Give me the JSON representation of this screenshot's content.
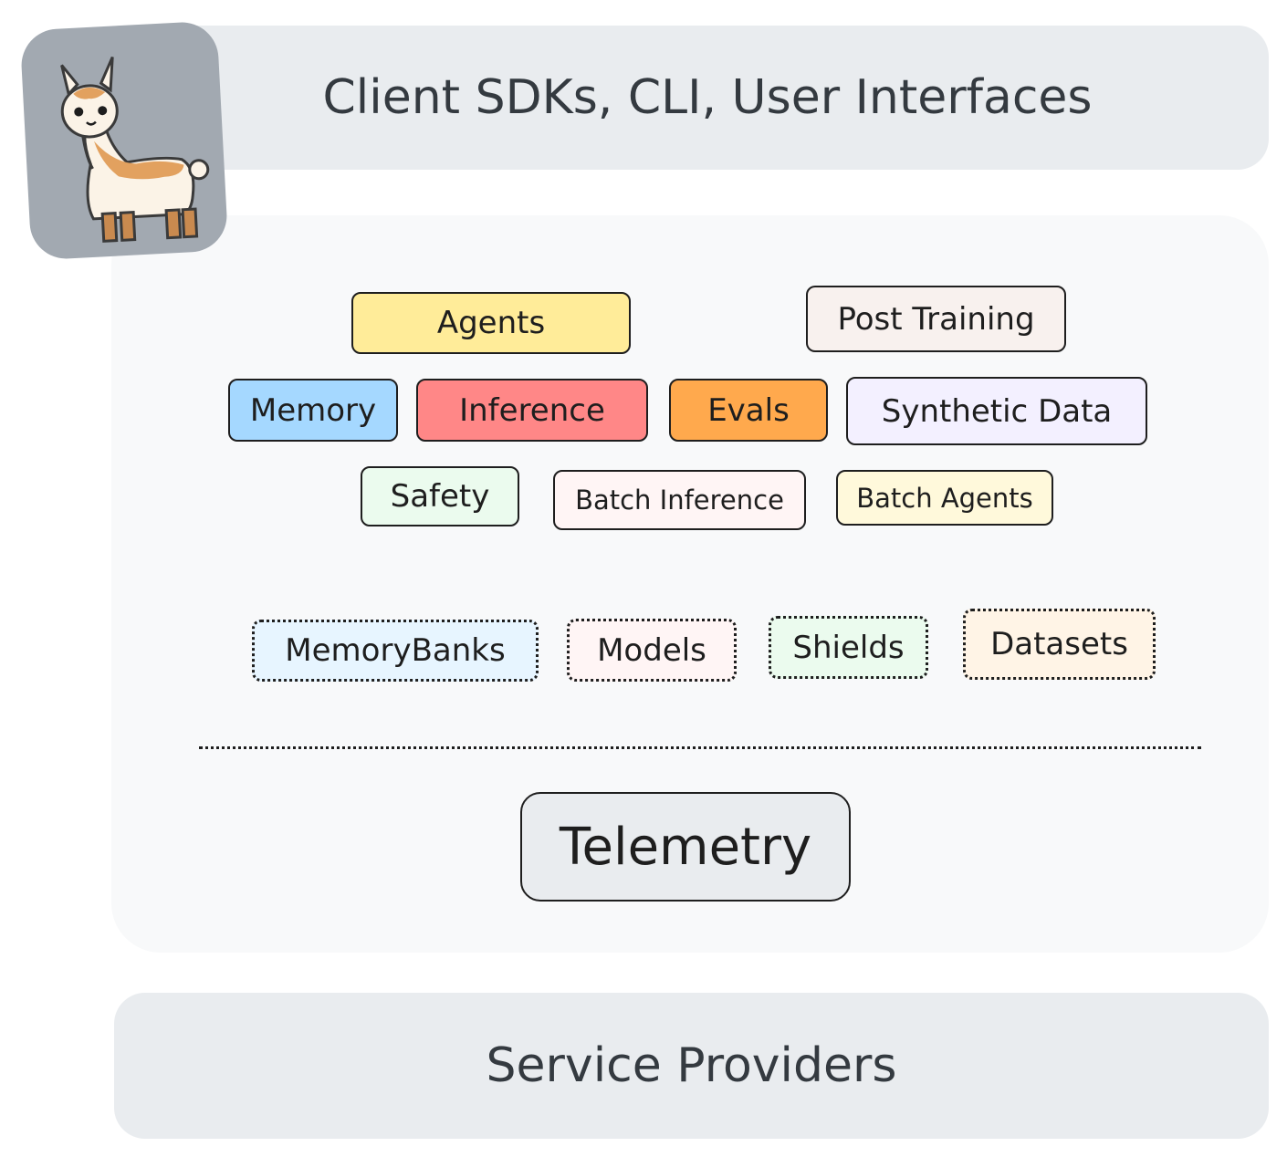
{
  "top_band": {
    "label": "Client SDKs, CLI, User Interfaces",
    "color": "#e9ecef"
  },
  "apis": [
    {
      "label": "Agents",
      "color": "#ffec99"
    },
    {
      "label": "Post Training",
      "color": "#f8f1ee"
    },
    {
      "label": "Memory",
      "color": "#a5d8ff"
    },
    {
      "label": "Inference",
      "color": "#ff8787"
    },
    {
      "label": "Evals",
      "color": "#ffa94d"
    },
    {
      "label": "Synthetic Data",
      "color": "#f3f0ff"
    },
    {
      "label": "Safety",
      "color": "#ebfbee"
    },
    {
      "label": "Batch Inference",
      "color": "#fff5f5"
    },
    {
      "label": "Batch Agents",
      "color": "#fff9db"
    }
  ],
  "resources": [
    {
      "label": "MemoryBanks",
      "color": "#e7f5ff"
    },
    {
      "label": "Models",
      "color": "#fff5f5"
    },
    {
      "label": "Shields",
      "color": "#ebfbee"
    },
    {
      "label": "Datasets",
      "color": "#fff4e6"
    }
  ],
  "telemetry": {
    "label": "Telemetry",
    "color": "#e9ecef"
  },
  "bottom_band": {
    "label": "Service Providers",
    "color": "#e9ecef"
  },
  "logo": {
    "icon": "llama-icon",
    "tile_color": "#a2a9b1"
  }
}
